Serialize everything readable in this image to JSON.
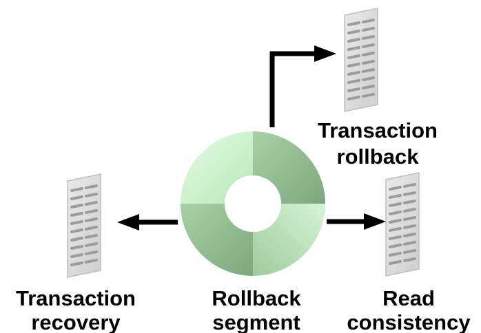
{
  "diagram": {
    "center": {
      "label_line1": "Rollback",
      "label_line2": "segment"
    },
    "targets": [
      {
        "id": "rollback",
        "label_line1": "Transaction",
        "label_line2": "rollback"
      },
      {
        "id": "consistency",
        "label_line1": "Read",
        "label_line2": "consistency"
      },
      {
        "id": "recovery",
        "label_line1": "Transaction",
        "label_line2": "recovery"
      }
    ],
    "colors": {
      "segment_light": "#d8f5d8",
      "segment_mid": "#b9e6b8",
      "segment_dark": "#8fb98f",
      "document_fill": "#d9d9d9",
      "document_line": "#a7a7a7",
      "arrow": "#000000"
    },
    "icons": {
      "segment": "donut-ring-icon",
      "document": "document-page-icon"
    }
  }
}
